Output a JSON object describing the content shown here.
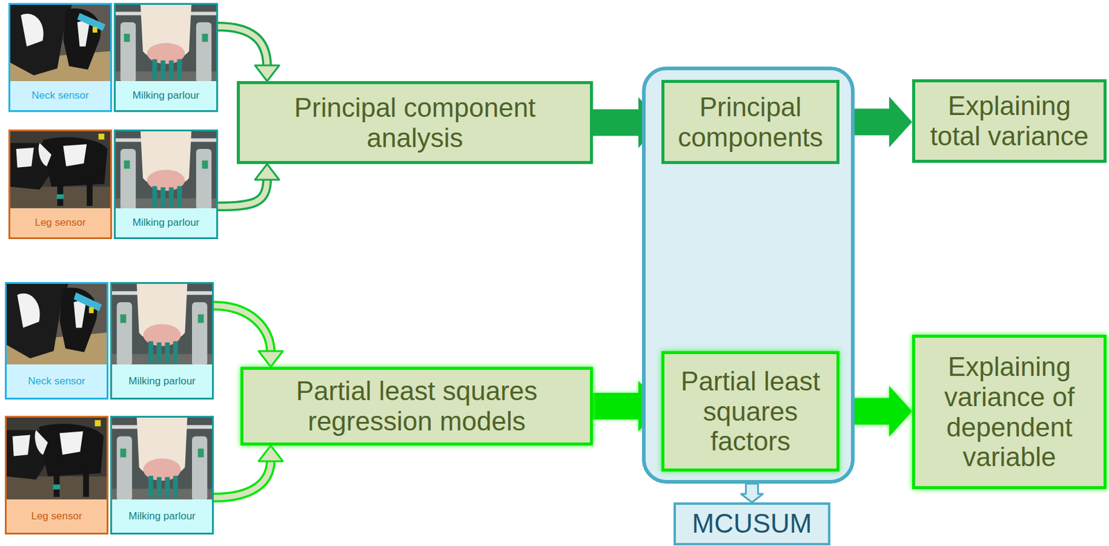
{
  "diagram": {
    "nodes": [
      {
        "text": [
          "Neck sensor"
        ]
      },
      {
        "text": [
          "Milking parlour"
        ]
      },
      {
        "text": [
          "Leg sensor"
        ]
      },
      {
        "text": [
          "Milking parlour"
        ]
      },
      {
        "text": [
          "Principal component analysis"
        ]
      },
      {
        "text": []
      },
      {
        "text": [
          "Principal components"
        ],
        "in": 5
      },
      {
        "text": [
          "Explaining total variance"
        ]
      },
      {
        "text": [
          "Neck sensor"
        ]
      },
      {
        "text": [
          "Milking parlour"
        ]
      },
      {
        "text": [
          "Leg sensor"
        ]
      },
      {
        "text": [
          "Milking parlour"
        ]
      },
      {
        "text": [
          "Partial least squares regression models"
        ]
      },
      {
        "text": [
          "Partial least squares factors"
        ],
        "in": 5
      },
      {
        "text": [
          "Explaining variance of dependent variable"
        ]
      },
      {
        "text": [
          "MCUSUM"
        ]
      }
    ],
    "edges": [
      {
        "from": 1,
        "to": 4,
        "arrow": "to"
      },
      {
        "from": 3,
        "to": 4,
        "arrow": "to"
      },
      {
        "from": 4,
        "to": 6,
        "arrow": "to"
      },
      {
        "from": 6,
        "to": 7,
        "arrow": "to"
      },
      {
        "from": 9,
        "to": 12,
        "arrow": "to"
      },
      {
        "from": 11,
        "to": 12,
        "arrow": "to"
      },
      {
        "from": 12,
        "to": 13,
        "arrow": "to"
      },
      {
        "from": 13,
        "to": 14,
        "arrow": "to"
      },
      {
        "from": 5,
        "to": 15,
        "arrow": "to"
      }
    ]
  }
}
